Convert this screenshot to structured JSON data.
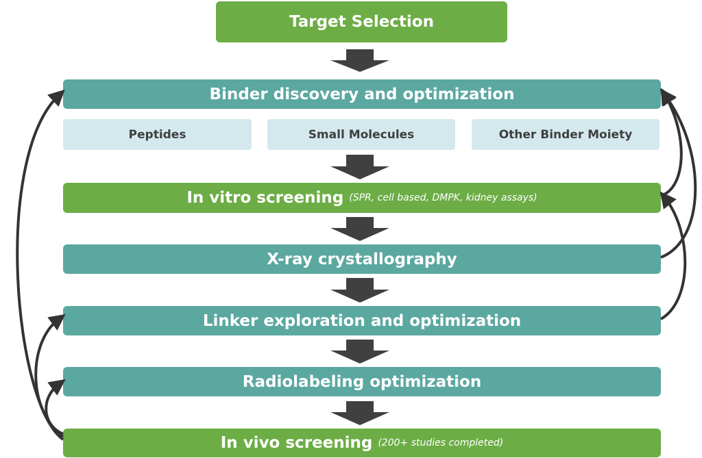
{
  "steps": {
    "target_selection": "Target Selection",
    "binder_discovery": "Binder discovery and optimization",
    "in_vitro": "In vitro screening",
    "in_vitro_note": "(SPR, cell based, DMPK, kidney assays)",
    "xray": "X-ray crystallography",
    "linker": "Linker exploration and optimization",
    "radiolabeling": "Radiolabeling optimization",
    "in_vivo": "In vivo screening",
    "in_vivo_note": "(200+ studies completed)"
  },
  "binder_types": [
    "Peptides",
    "Small Molecules",
    "Other Binder Moiety"
  ],
  "colors": {
    "green": "#6cad45",
    "teal": "#5ba8a0",
    "light_blue": "#d4e9ee",
    "arrow": "#404040"
  }
}
